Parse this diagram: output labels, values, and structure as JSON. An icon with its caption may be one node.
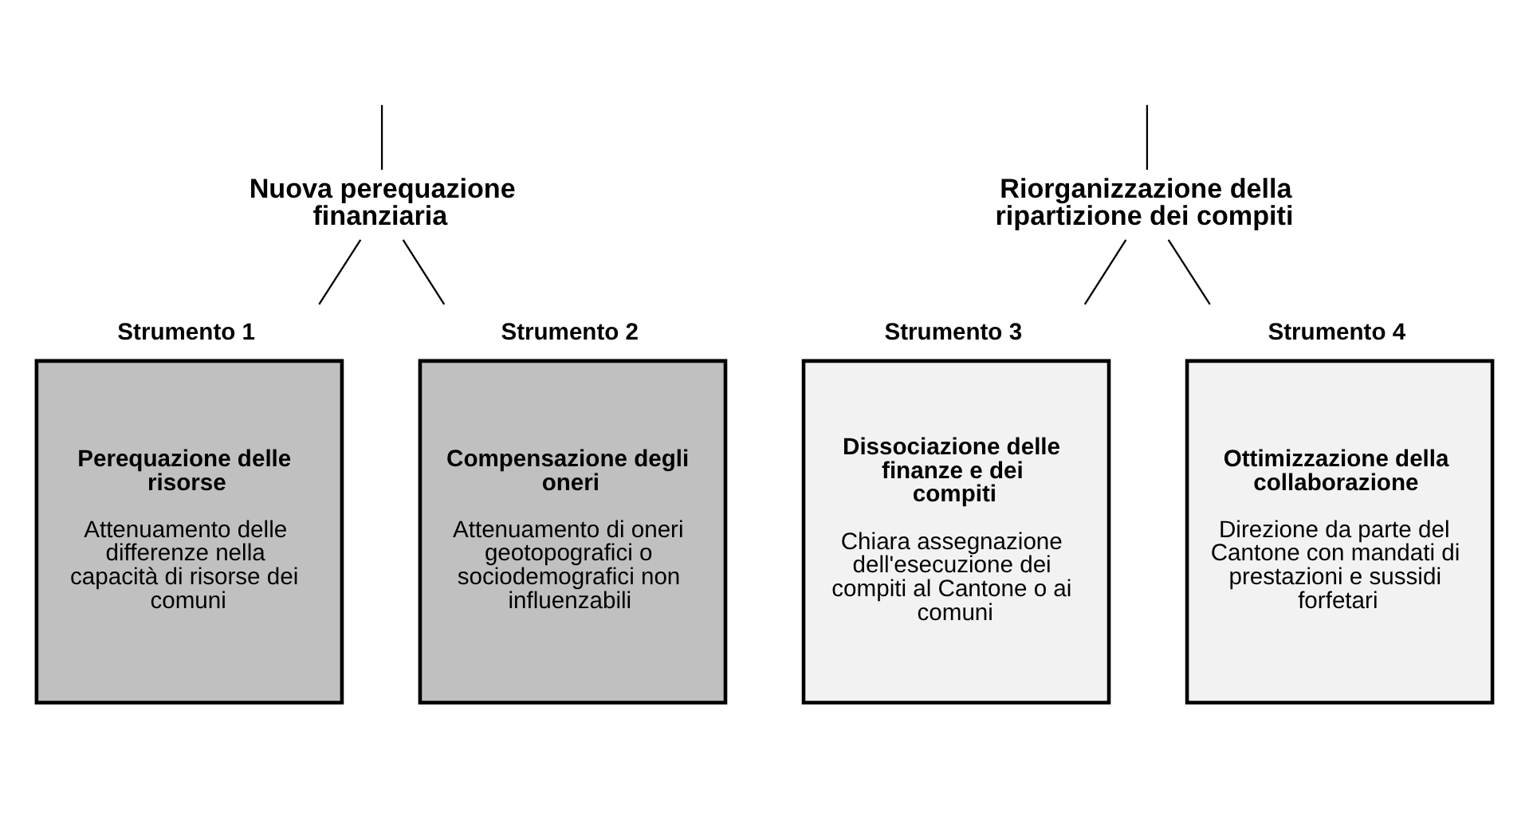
{
  "diagram": {
    "nodes": [
      {
        "text": [
          "Nuova perequazione finanziaria"
        ]
      },
      {
        "text": [
          "Riorganizzazione della ripartizione dei compiti"
        ]
      },
      {
        "text": [
          "Strumento 1",
          "Perequazione delle risorse",
          "Attenuamento delle differenze nella capacità di risorse dei comuni"
        ]
      },
      {
        "text": [
          "Strumento 2",
          "Compensazione degli oneri",
          "Attenuamento di oneri geotopografici o sociodemografici non influenzabili"
        ]
      },
      {
        "text": [
          "Strumento 3",
          "Dissociazione delle finanze e dei compiti",
          "Chiara assegnazione dell'esecuzione dei compiti al Cantone o ai comuni"
        ]
      },
      {
        "text": [
          "Strumento 4",
          "Ottimizzazione della collaborazione",
          "Direzione da parte del Cantone con mandati di prestazioni e sussidi forfetari"
        ]
      }
    ],
    "edges": [
      {
        "from": null,
        "to": 0,
        "arrow": "none"
      },
      {
        "from": null,
        "to": 1,
        "arrow": "none"
      },
      {
        "from": 0,
        "to": 2,
        "arrow": "none"
      },
      {
        "from": 0,
        "to": 3,
        "arrow": "none"
      },
      {
        "from": 1,
        "to": 4,
        "arrow": "none"
      },
      {
        "from": 1,
        "to": 5,
        "arrow": "none"
      }
    ]
  }
}
